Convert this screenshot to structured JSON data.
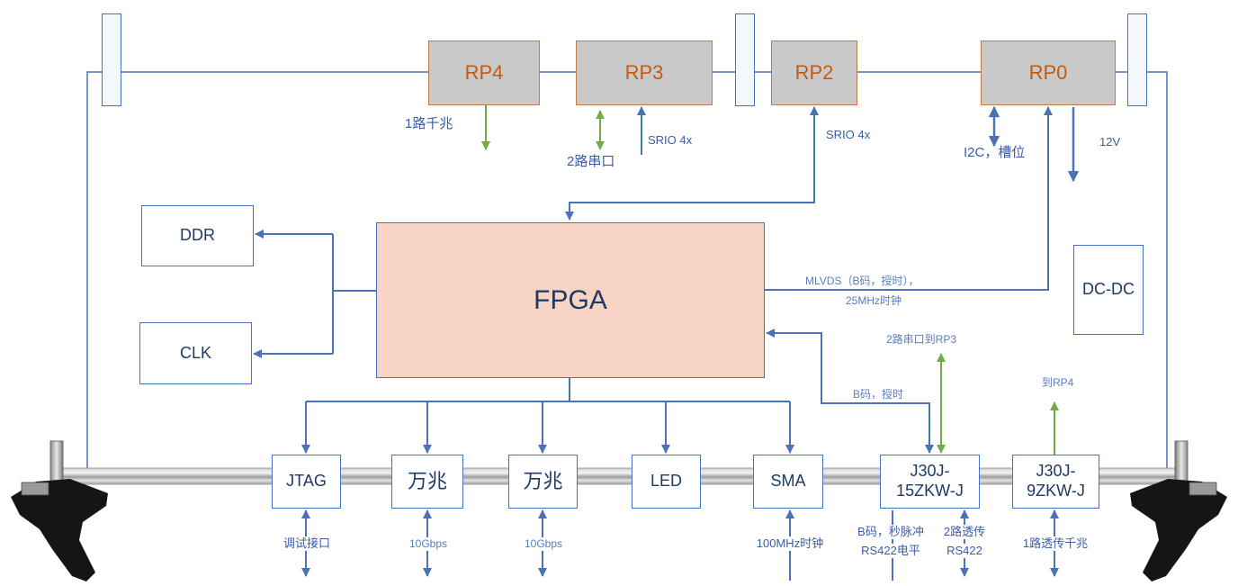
{
  "colors": {
    "line": "#4a72b5",
    "green": "#70ad47",
    "box_border": "#4472c4",
    "rp_fill": "#c9c9c9",
    "rp_border": "#c0784a",
    "rp_text": "#c55a11",
    "fpga_fill": "#f8d4c4",
    "text": "#1f3864",
    "label": "#3a5ca8"
  },
  "backplane": {
    "rp4": "RP4",
    "rp3": "RP3",
    "rp2": "RP2",
    "rp0": "RP0"
  },
  "blocks": {
    "fpga": "FPGA",
    "ddr": "DDR",
    "clk": "CLK",
    "dcdc": "DC-DC"
  },
  "connectors": {
    "jtag": "JTAG",
    "xg1": "万兆",
    "xg2": "万兆",
    "led": "LED",
    "sma": "SMA",
    "j30j15": {
      "line1": "J30J-",
      "line2": "15ZKW-J"
    },
    "j30j9": {
      "line1": "J30J-",
      "line2": "9ZKW-J"
    }
  },
  "labels": {
    "rp4_link": "1路千兆",
    "rp3_serial": "2路串口",
    "rp3_srio": "SRIO 4x",
    "rp2_srio": "SRIO 4x",
    "rp0_i2c": "I2C，槽位",
    "rp0_power": "12V",
    "mlvds_1": "MLVDS（B码，授时），",
    "mlvds_2": "25MHz时钟",
    "serial_to_rp3": "2路串口到RP3",
    "bcode_timing": "B码，授时",
    "to_rp4": "到RP4",
    "jtag_io": "调试接口",
    "xg1_io": "10Gbps",
    "xg2_io": "10Gbps",
    "sma_io": "100MHz时钟",
    "j30j15_io1_a": "B码，秒脉冲",
    "j30j15_io1_b": "RS422电平",
    "j30j15_io2_a": "2路透传",
    "j30j15_io2_b": "RS422",
    "j30j9_io": "1路透传千兆"
  }
}
